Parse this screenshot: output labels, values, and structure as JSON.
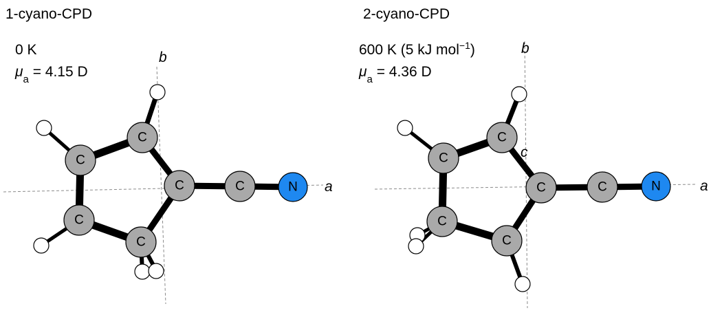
{
  "colors": {
    "carbon": "#a9a9a9",
    "nitrogen": "#1e88f0",
    "hydrogen": "#ffffff"
  },
  "panels": [
    {
      "title": "1-cyano-CPD",
      "temperature": "0 K",
      "dipole_symbol": "μ",
      "dipole_subscript": "a",
      "dipole_value": " = 4.15 D",
      "axis_a": "a",
      "axis_b": "b",
      "axis_c": "",
      "atom_labels": {
        "C": "C",
        "N": "N"
      }
    },
    {
      "title": "2-cyano-CPD",
      "temperature_prefix": "600 K (5 kJ mol",
      "temperature_sup": "−1",
      "temperature_suffix": ")",
      "dipole_symbol": "μ",
      "dipole_subscript": "a",
      "dipole_value": " = 4.36 D",
      "axis_a": "a",
      "axis_b": "b",
      "axis_c": "c",
      "atom_labels": {
        "C": "C",
        "N": "N"
      }
    }
  ]
}
